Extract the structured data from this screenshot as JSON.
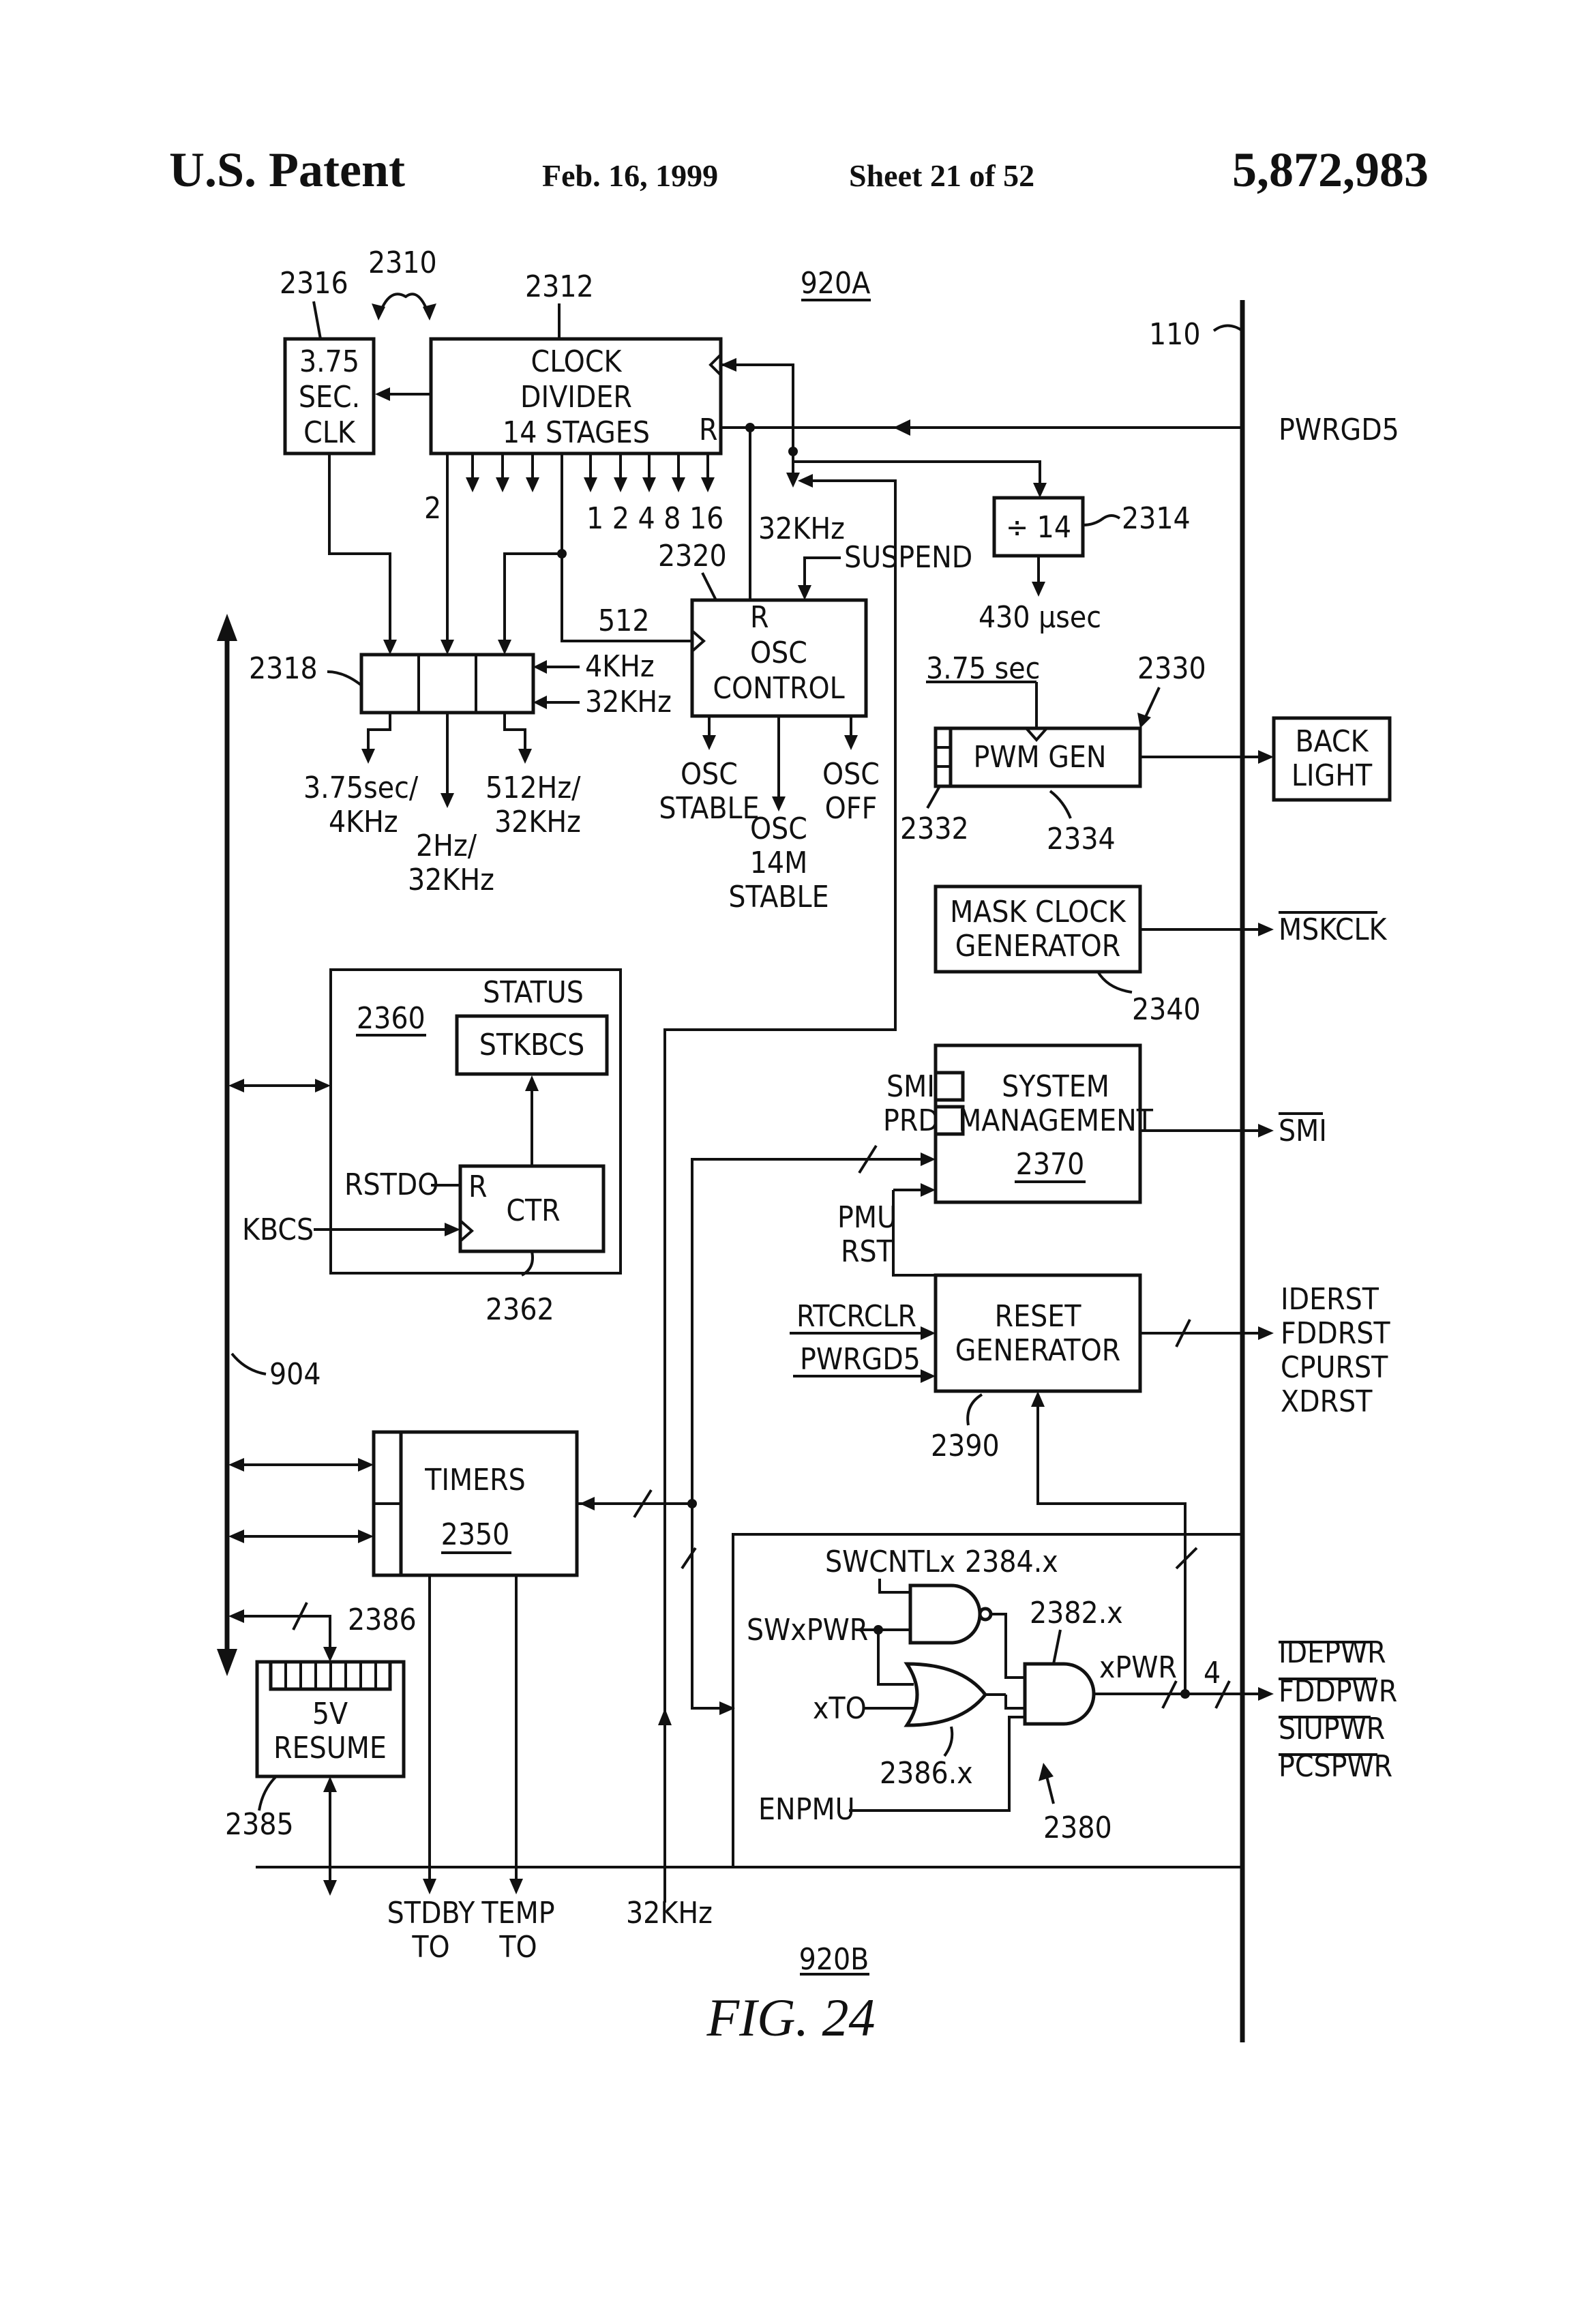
{
  "header": {
    "office": "U.S. Patent",
    "date": "Feb. 16, 1999",
    "sheet": "Sheet 21 of 52",
    "patent_number": "5,872,983"
  },
  "figure": {
    "caption": "FIG. 24",
    "label_920a": "920A",
    "label_920b": "920B",
    "ref_110": "110",
    "ref_904": "904"
  },
  "blocks": {
    "sec_clk": {
      "lines": [
        "3.75",
        "SEC.",
        "CLK"
      ],
      "ref": "2316"
    },
    "clock_divider": {
      "lines": [
        "CLOCK",
        "DIVIDER",
        "14  STAGES"
      ],
      "r_pin": "R",
      "ref": "2312",
      "ref_pair": "2310",
      "outputs": "1  2  4  8 16",
      "tap2": "2"
    },
    "div14": {
      "label": "÷ 14",
      "ref": "2314",
      "output": "430 μsec"
    },
    "mux": {
      "ref": "2318",
      "in_4k": "4KHz",
      "in_32k": "32KHz",
      "out1": [
        "3.75sec/",
        "4KHz"
      ],
      "out2": [
        "2Hz/",
        "32KHz"
      ],
      "out3": [
        "512Hz/",
        "32KHz"
      ]
    },
    "osc_control": {
      "lines": [
        "OSC",
        "CONTROL"
      ],
      "r_pin": "R",
      "ref": "2320",
      "in_512": "512",
      "in_32k": "32KHz",
      "in_suspend": "SUSPEND",
      "out_stable": [
        "OSC",
        "STABLE"
      ],
      "out_14m": [
        "OSC",
        "14M",
        "STABLE"
      ],
      "out_off": [
        "OSC",
        "OFF"
      ]
    },
    "pwm_gen": {
      "label": "PWM  GEN",
      "ref": "2330",
      "ref_reg": "2332",
      "ref_body": "2334",
      "input": "3.75  sec"
    },
    "back_light": {
      "lines": [
        "BACK",
        "LIGHT"
      ]
    },
    "mask_clock": {
      "lines": [
        "MASK  CLOCK",
        "GENERATOR"
      ],
      "ref": "2340",
      "output": "MSKCLK"
    },
    "status_block": {
      "ref": "2360",
      "status": "STATUS",
      "reg": "STKBCS",
      "ctr": "CTR",
      "r_pin": "R",
      "ctr_ref": "2362",
      "in_rst": "RSTDO",
      "in_kbcs": "KBCS"
    },
    "system_mgmt": {
      "lines": [
        "SYSTEM",
        "MANAGEMENT"
      ],
      "ref": "2370",
      "smi": "SMI",
      "prd": "PRD",
      "output": "SMI"
    },
    "reset_gen": {
      "lines": [
        "RESET",
        "GENERATOR"
      ],
      "ref": "2390",
      "pmu_rst": [
        "PMU",
        "RST"
      ],
      "in1": "RTCRCLR",
      "in2": "PWRGD5",
      "outputs": [
        "IDERST",
        "FDDRST",
        "CPURST",
        "XDRST"
      ]
    },
    "timers": {
      "label": "TIMERS",
      "ref": "2350",
      "out1": [
        "STDBY",
        "TO"
      ],
      "out2": [
        "TEMP",
        "TO"
      ]
    },
    "resume": {
      "lines": [
        "5V",
        "RESUME"
      ],
      "ref_reg": "2386",
      "ref": "2385"
    },
    "power_logic": {
      "ref": "2380",
      "swcntl": "SWCNTLx",
      "swpwr": "SWxPWR",
      "xto": "xTO",
      "enpmu": "ENPMU",
      "nand_ref": "2384.x",
      "and_ref": "2382.x",
      "or_ref": "2386.x",
      "xpwr": "xPWR",
      "bus_width": "4",
      "outputs": [
        "IDEPWR",
        "FDDPWR",
        "SIUPWR",
        "PCSPWR"
      ]
    },
    "bus": {
      "pwrgd5": "PWRGD5",
      "clk_32k": "32KHz"
    }
  }
}
